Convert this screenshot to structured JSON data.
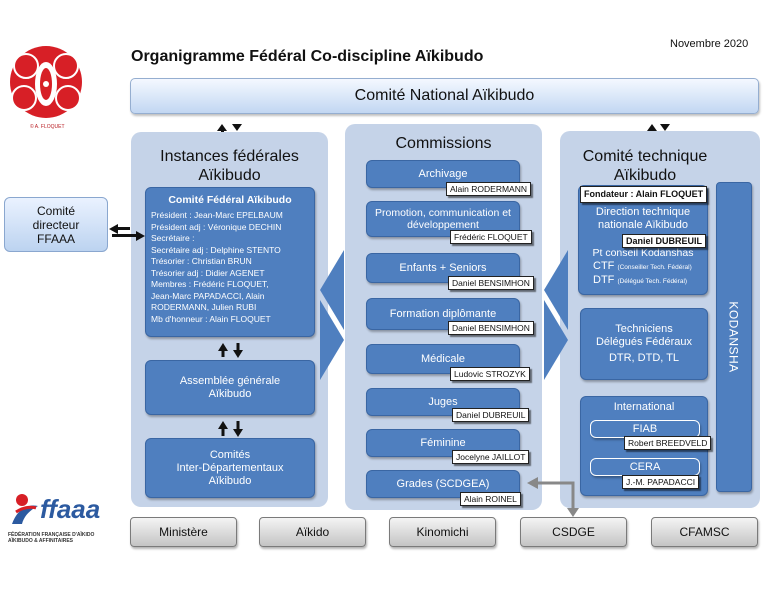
{
  "header": {
    "title": "Organigramme Fédéral Co-discipline Aïkibudo",
    "date": "Novembre 2020",
    "logo_caption": "© A. FLOQUET"
  },
  "comite_national": "Comité National Aïkibudo",
  "comite_directeur": {
    "line1": "Comité",
    "line2": "directeur",
    "line3": "FFAAA"
  },
  "instances": {
    "title1": "Instances fédérales",
    "title2": "Aïkibudo",
    "cfa_title": "Comité Fédéral Aïkibudo",
    "cfa_lines": [
      "Président : Jean-Marc EPELBAUM",
      "Président adj : Véronique DECHIN",
      "Secrétaire :",
      "Secrétaire adj : Delphine STENTO",
      "Trésorier : Christian BRUN",
      "Trésorier adj : Didier AGENET",
      "Membres : Frédéric FLOQUET,",
      "Jean-Marc PAPADACCI, Alain",
      "RODERMANN, Julien RUBI",
      "Mb d'honneur : Alain FLOQUET"
    ],
    "ag_line1": "Assemblée générale",
    "ag_line2": "Aïkibudo",
    "cid_line1": "Comités",
    "cid_line2": "Inter-Départementaux",
    "cid_line3": "Aïkibudo"
  },
  "commissions": {
    "title": "Commissions",
    "items": [
      {
        "label": "Archivage",
        "name": "Alain RODERMANN"
      },
      {
        "label": "Promotion, communication et développement",
        "name": "Frédéric FLOQUET"
      },
      {
        "label": "Enfants + Seniors",
        "name": "Daniel BENSIMHON"
      },
      {
        "label": "Formation diplômante",
        "name": "Daniel BENSIMHON"
      },
      {
        "label": "Médicale",
        "name": "Ludovic STROZYK"
      },
      {
        "label": "Juges",
        "name": "Daniel DUBREUIL"
      },
      {
        "label": "Féminine",
        "name": "Jocelyne JAILLOT"
      },
      {
        "label": "Grades (SCDGEA)",
        "name": "Alain ROINEL"
      }
    ]
  },
  "technique": {
    "title1": "Comité technique",
    "title2": "Aïkibudo",
    "fondateur": "Fondateur : Alain FLOQUET",
    "dtn_line1": "Direction technique",
    "dtn_line2": "nationale Aïkibudo",
    "dtn_name": "Daniel DUBREUIL",
    "pconseil": "Pt conseil Kodanshas",
    "ctf": "CTF",
    "ctf_note": "(Conseiller Tech. Fédéral)",
    "dtf": "DTF",
    "dtf_note": "(Délégué Tech. Fédéral)",
    "tech_line1": "Techniciens",
    "tech_line2": "Délégués Fédéraux",
    "tech_line3": "DTR, DTD, TL",
    "international": "International",
    "fiab": "FIAB",
    "fiab_name": "Robert BREEDVELD",
    "cera": "CERA",
    "cera_name": "J.-M. PAPADACCI",
    "kodansha": "KODANSHA"
  },
  "bottom_items": [
    "Ministère",
    "Aïkido",
    "Kinomichi",
    "CSDGE",
    "CFAMSC"
  ],
  "ffaaa": {
    "logo_text": "ffaaa",
    "caption1": "FÉDÉRATION FRANÇAISE D'AÏKIDO",
    "caption2": "AÏKIBUDO & AFFINITAIRES"
  },
  "colors": {
    "box": "#4f7fbf",
    "panel": "#c5d3e8",
    "logo_red": "#d71f26",
    "logo_blue": "#2c5aa0"
  }
}
